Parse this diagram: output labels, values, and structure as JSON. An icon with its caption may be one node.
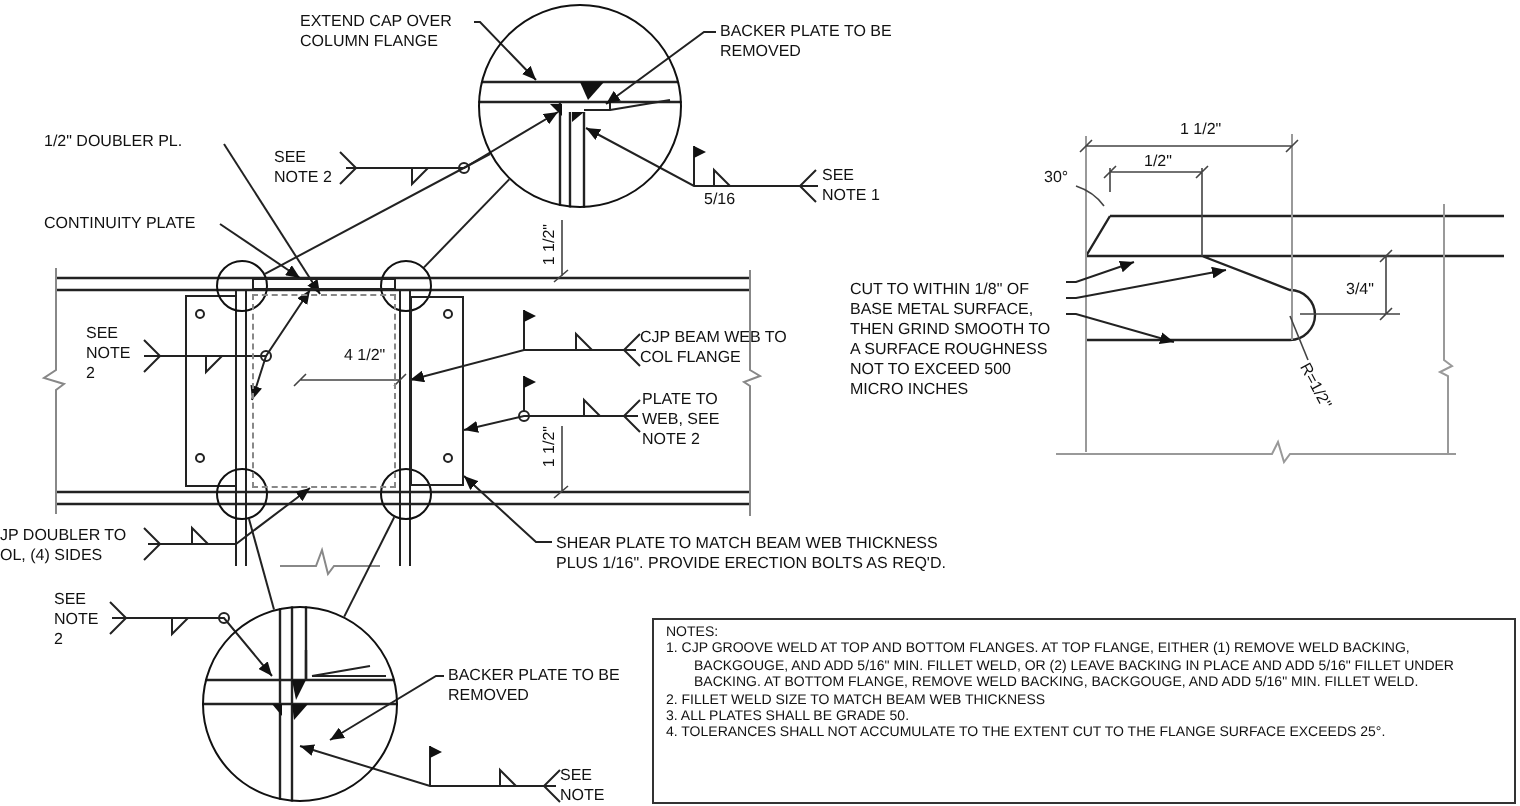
{
  "diagram": {
    "nodes": [
      {
        "text": [
          "EXTEND CAP OVER COLUMN FLANGE"
        ]
      },
      {
        "text": [
          "BACKER PLATE TO BE REMOVED"
        ]
      },
      {
        "text": [
          "1/2\" DOUBLER PL."
        ]
      },
      {
        "text": [
          "SEE NOTE 2"
        ]
      },
      {
        "text": [
          "SEE NOTE 1"
        ]
      },
      {
        "text": [
          "CONTINUITY PLATE"
        ]
      },
      {
        "text": [
          "SEE NOTE 2"
        ]
      },
      {
        "text": [
          "CJP BEAM WEB TO COL FLANGE"
        ]
      },
      {
        "text": [
          "PLATE TO WEB, SEE NOTE 2"
        ]
      },
      {
        "text": [
          "JP DOUBLER TO OL, (4) SIDES"
        ]
      },
      {
        "text": [
          "SHEAR PLATE TO MATCH BEAM WEB THICKNESS PLUS 1/16\".  PROVIDE ERECTION BOLTS AS REQ'D."
        ]
      },
      {
        "text": [
          "SEE NOTE 2"
        ]
      },
      {
        "text": [
          "BACKER PLATE TO BE REMOVED"
        ]
      },
      {
        "text": [
          "SEE NOTE"
        ]
      },
      {
        "text": [
          "CUT TO WITHIN 1/8\" OF BASE METAL SURFACE, THEN GRIND SMOOTH TO A SURFACE ROUGHNESS NOT TO EXCEED 500 MICRO INCHES"
        ]
      },
      {
        "text": [
          "NOTES:",
          "1. CJP GROOVE WELD AT TOP AND BOTTOM FLANGES. AT TOP FLANGE, EITHER (1) REMOVE WELD BACKING, BACKGOUGE, AND ADD 5/16\" MIN. FILLET WELD, OR (2) LEAVE BACKING IN PLACE AND ADD 5/16\" FILLET UNDER BACKING. AT BOTTOM FLANGE, REMOVE WELD BACKING, BACKGOUGE, AND ADD 5/16\" MIN. FILLET WELD.",
          "2. FILLET WELD SIZE TO MATCH BEAM WEB THICKNESS",
          "3. ALL PLATES SHALL BE GRADE 50.",
          "4. TOLERANCES SHALL NOT ACCUMULATE TO THE EXTENT CUT TO THE FLANGE SURFACE EXCEEDS 25°."
        ]
      },
      {
        "text": [],
        "shape": "circle"
      },
      {
        "text": [],
        "shape": "circle"
      },
      {
        "text": [],
        "shape": "circle"
      },
      {
        "text": [],
        "shape": "circle"
      },
      {
        "text": [],
        "shape": "circle"
      },
      {
        "text": [],
        "shape": "circle"
      },
      {
        "text": [],
        "shape": "box"
      },
      {
        "text": [],
        "shape": "bar"
      },
      {
        "text": [],
        "shape": "box"
      },
      {
        "text": [],
        "shape": "picture"
      }
    ],
    "edges": [
      {
        "from": 0,
        "to": 16,
        "arrow": "to"
      },
      {
        "from": 1,
        "to": 16,
        "arrow": "to"
      },
      {
        "from": 2,
        "to": 22,
        "arrow": "to"
      },
      {
        "from": 3,
        "to": 16,
        "arrow": "to"
      },
      {
        "from": 4,
        "to": 16,
        "arrow": "to"
      },
      {
        "from": 5,
        "to": 23,
        "arrow": "to"
      },
      {
        "from": 6,
        "to": 23,
        "arrow": "to"
      },
      {
        "from": 6,
        "to": 22,
        "arrow": "to"
      },
      {
        "from": 7,
        "to": 24,
        "arrow": "to"
      },
      {
        "from": 8,
        "to": 24,
        "arrow": "to"
      },
      {
        "from": 9,
        "to": 22,
        "arrow": "to"
      },
      {
        "from": 10,
        "to": 24,
        "arrow": "to"
      },
      {
        "from": 11,
        "to": 21,
        "arrow": "to"
      },
      {
        "from": 12,
        "to": 21,
        "arrow": "to"
      },
      {
        "from": 13,
        "to": 21,
        "arrow": "to"
      },
      {
        "from": 14,
        "to": 25,
        "arrow": "to"
      },
      {
        "from": 14,
        "to": 25,
        "arrow": "to"
      },
      {
        "from": 14,
        "to": 25,
        "arrow": "to"
      },
      {
        "from": 17,
        "to": 16,
        "arrow": "none"
      },
      {
        "from": 18,
        "to": 16,
        "arrow": "none"
      },
      {
        "from": 19,
        "to": 21,
        "arrow": "none"
      },
      {
        "from": 20,
        "to": 21,
        "arrow": "none"
      }
    ],
    "labels": [
      "5/16",
      "1 1/2\"",
      "4 1/2\"",
      "1 1/2\"",
      "1 1/2\"",
      "1/2\"",
      "30°",
      "3/4\"",
      "R=1/2\""
    ]
  }
}
